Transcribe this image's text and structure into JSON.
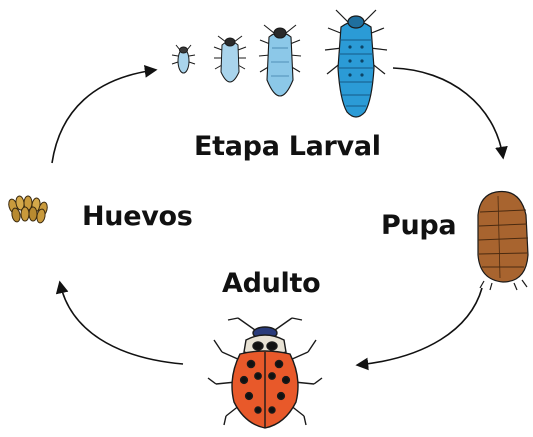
{
  "diagram": {
    "stages": {
      "larval": "Etapa Larval",
      "eggs": "Huevos",
      "pupa": "Pupa",
      "adult": "Adulto"
    },
    "colors": {
      "larva_light": "#a9d4ec",
      "larva_mid": "#7cc0e6",
      "larva_dark": "#1f93d1",
      "egg": "#c99a3c",
      "pupa": "#a8642f",
      "beetle_body": "#e8592a",
      "beetle_spots": "#1a1a1a",
      "outline": "#1a1a1a"
    }
  }
}
